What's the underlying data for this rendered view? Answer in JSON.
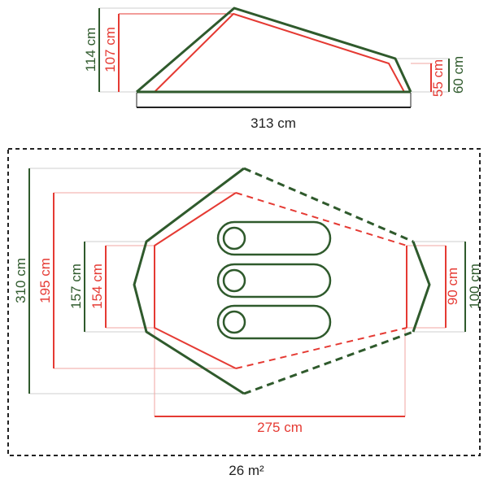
{
  "colors": {
    "outer_outline": "#2f5a2c",
    "inner_outline": "#e53a33",
    "guide_gray": "#cfcfcf",
    "text_dark": "#222222"
  },
  "side_view": {
    "total_height": "114 cm",
    "inner_height": "107 cm",
    "rear_inner_height": "55 cm",
    "rear_outer_height": "60 cm",
    "length": "313 cm"
  },
  "floor_plan": {
    "footprint_length": "310 cm",
    "inner_length": "195 cm",
    "left_vestibule_outer": "157 cm",
    "left_vestibule_inner": "154 cm",
    "right_inner_width": "90 cm",
    "right_outer_width": "100 cm",
    "inner_width": "275 cm",
    "sleeping_pads": 3
  },
  "footprint_area": "26 m²"
}
